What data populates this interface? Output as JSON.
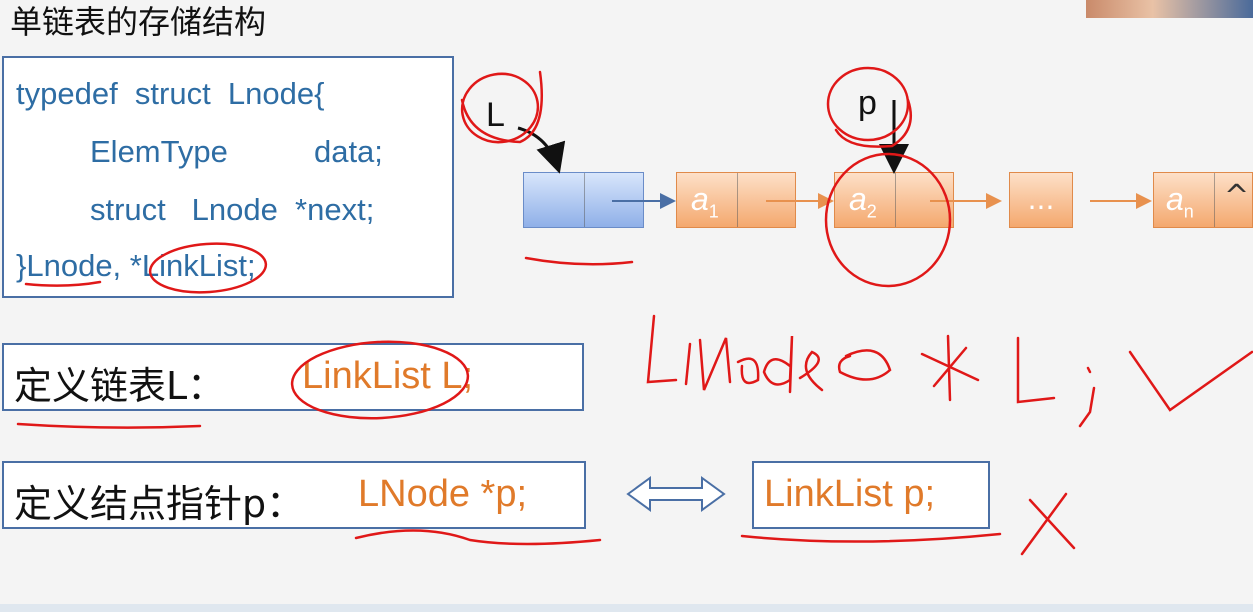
{
  "slide": {
    "title": "单链表的存储结构"
  },
  "code": {
    "lines": [
      "typedef  struct  Lnode{",
      "ElemType          data;",
      "struct   Lnode  *next;",
      "}Lnode, *LinkList;"
    ]
  },
  "diagram": {
    "head_label": "L",
    "pointer_label": "p",
    "nodes": [
      {
        "kind": "head",
        "label": ""
      },
      {
        "kind": "data",
        "base": "a",
        "sub": "1"
      },
      {
        "kind": "data",
        "base": "a",
        "sub": "2"
      },
      {
        "kind": "ellipsis",
        "label": "..."
      },
      {
        "kind": "data",
        "base": "a",
        "sub": "n",
        "tail": "^"
      }
    ]
  },
  "definitions": {
    "list_label": "定义链表L：",
    "list_code": "LinkList L;",
    "pointer_label": "定义结点指针p：",
    "pointer_code": "LNode *p;",
    "equivalent_symbol": "⟺",
    "alt_code": "LinkList p;"
  },
  "handwriting": {
    "annotation": "LNode * L; ✓",
    "cross": "✗"
  },
  "colors": {
    "code_blue": "#2e6da4",
    "box_border": "#4a6fa5",
    "node_orange": "#f4a86e",
    "node_blue": "#8fb0e8",
    "ink_red": "#e01818",
    "code_orange": "#e07a2a"
  }
}
